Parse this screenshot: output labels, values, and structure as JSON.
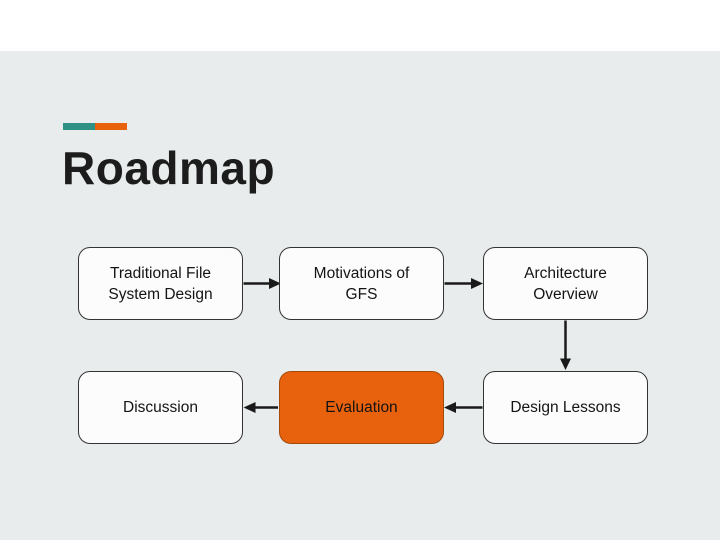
{
  "slide": {
    "title": "Roadmap",
    "accent_teal_color": "#2E9183",
    "accent_orange_color": "#E8610D",
    "background_color": "#E9ECEC",
    "top_band_color": "#FFFFFF"
  },
  "diagram": {
    "highlight_color": "#E8610D",
    "nodes": [
      {
        "id": "traditional-file-system-design",
        "label": "Traditional File\nSystem Design",
        "highlighted": false
      },
      {
        "id": "motivations-of-gfs",
        "label": "Motivations of\nGFS",
        "highlighted": false
      },
      {
        "id": "architecture-overview",
        "label": "Architecture\nOverview",
        "highlighted": false
      },
      {
        "id": "discussion",
        "label": "Discussion",
        "highlighted": false
      },
      {
        "id": "evaluation",
        "label": "Evaluation",
        "highlighted": true
      },
      {
        "id": "design-lessons",
        "label": "Design Lessons",
        "highlighted": false
      }
    ],
    "edges": [
      {
        "from": "traditional-file-system-design",
        "to": "motivations-of-gfs",
        "direction": "right"
      },
      {
        "from": "motivations-of-gfs",
        "to": "architecture-overview",
        "direction": "right"
      },
      {
        "from": "architecture-overview",
        "to": "design-lessons",
        "direction": "down"
      },
      {
        "from": "design-lessons",
        "to": "evaluation",
        "direction": "left"
      },
      {
        "from": "evaluation",
        "to": "discussion",
        "direction": "left"
      }
    ]
  }
}
